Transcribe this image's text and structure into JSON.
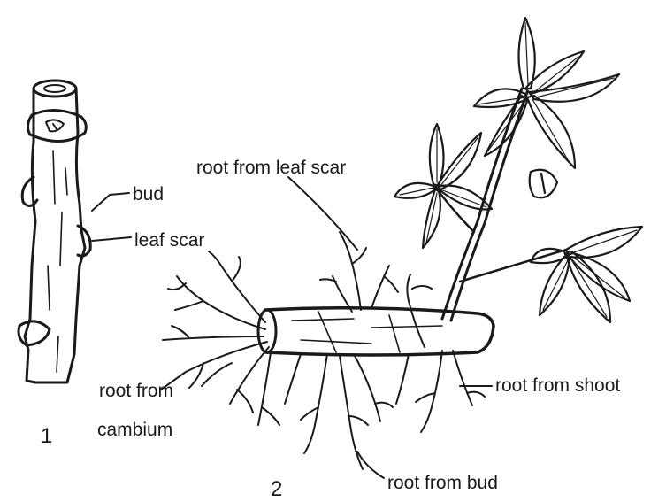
{
  "labels": {
    "bud": "bud",
    "leaf_scar": "leaf scar",
    "root_from_leaf_scar": "root from leaf scar",
    "root_from_cambium_line1": "root from",
    "root_from_cambium_line2": "cambium",
    "root_from_shoot": "root from shoot",
    "root_from_bud": "root from bud"
  },
  "figure_numbers": {
    "fig1": "1",
    "fig2": "2"
  },
  "colors": {
    "ink": "#1a1a1a",
    "background": "#ffffff"
  }
}
